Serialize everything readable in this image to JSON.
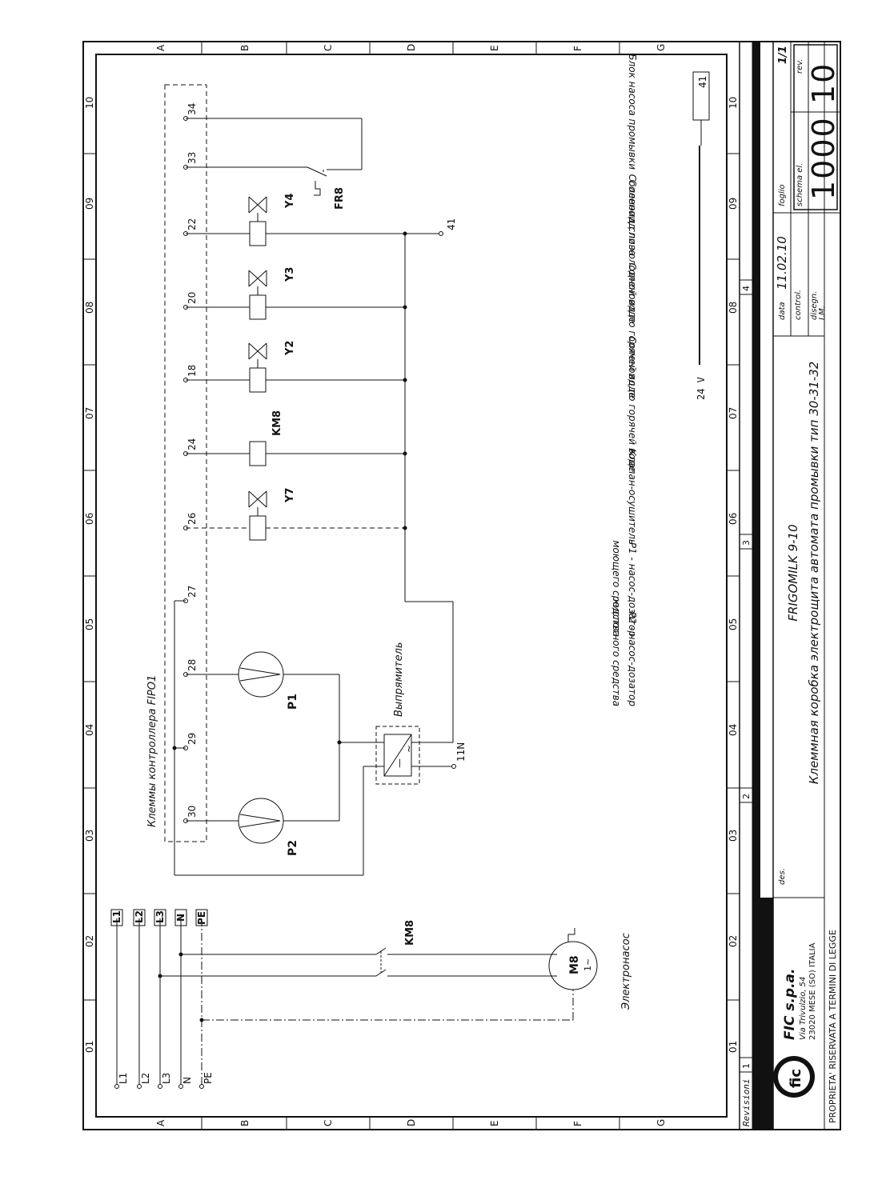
{
  "sheet": {
    "col_labels": [
      "01",
      "02",
      "03",
      "04",
      "05",
      "06",
      "07",
      "08",
      "09",
      "10"
    ],
    "row_labels": [
      "A",
      "B",
      "C",
      "D",
      "E",
      "F",
      "G"
    ],
    "revision_marks": [
      "1",
      "2",
      "3",
      "4"
    ],
    "revisions_label": "Revisioni"
  },
  "power": {
    "lines": [
      "L1",
      "L2",
      "L3",
      "N",
      "PE"
    ],
    "contactor": "KM8",
    "motor_label": "M8",
    "motor_phase": "1~",
    "motor_caption": "Электронасос"
  },
  "controller": {
    "caption": "Клеммы контроллера FIPO1",
    "terminals": [
      "30",
      "29",
      "28",
      "27",
      "26",
      "24",
      "18",
      "20",
      "22",
      "33",
      "34"
    ]
  },
  "pumps": {
    "p2": "P2",
    "p1": "P1",
    "rectifier_caption": "Выпрямитель",
    "rectifier_terminal": "11N"
  },
  "loads": {
    "y7": "Y7",
    "km8": "KM8",
    "y2": "Y2",
    "y3": "Y3",
    "y4": "Y4",
    "fr8": "FR8",
    "common_terminal": "41",
    "box_terminal": "41",
    "voltage": "24 V"
  },
  "descriptions": {
    "p2_line1": "P2 - насос-дозатор",
    "p2_line2": "кислотного средства",
    "p1_line1": "P1 - насос-дозатор",
    "p1_line2": "моющего средства",
    "valve_dry": "Клапан-осушитель",
    "hot_water_1": "Соленоид по горячей воде",
    "hot_water_2": "Соленоид по горячей воде",
    "cold_water": "Соленоид по холодной воде",
    "drain": "Соленоид слива",
    "wash_pump_block": "Блок насоса промывки"
  },
  "title_block": {
    "company": "FIC s.p.a.",
    "address1": "Via Trivulzio, 54",
    "address2": "23020 MESE (SO) ITALIA",
    "des_label": "des.",
    "title1": "FRIGOMILK 9-10",
    "title2": "Клеммная коробка электрощита автомата промывки тип 30-31-32",
    "data_label": "data",
    "data_value": "11.02.10",
    "foglio_label": "foglio",
    "foglio_value": "1/1",
    "control_label": "control.",
    "disegn_label": "disegn.",
    "disegn_value": "I.M.",
    "schema_label": "schema el.",
    "schema_value": "1000",
    "rev_label": "rev.",
    "rev_value": "10",
    "property": "PROPRIETA' RISERVATA A TERMINI DI LEGGE",
    "logo_text": "fic"
  }
}
